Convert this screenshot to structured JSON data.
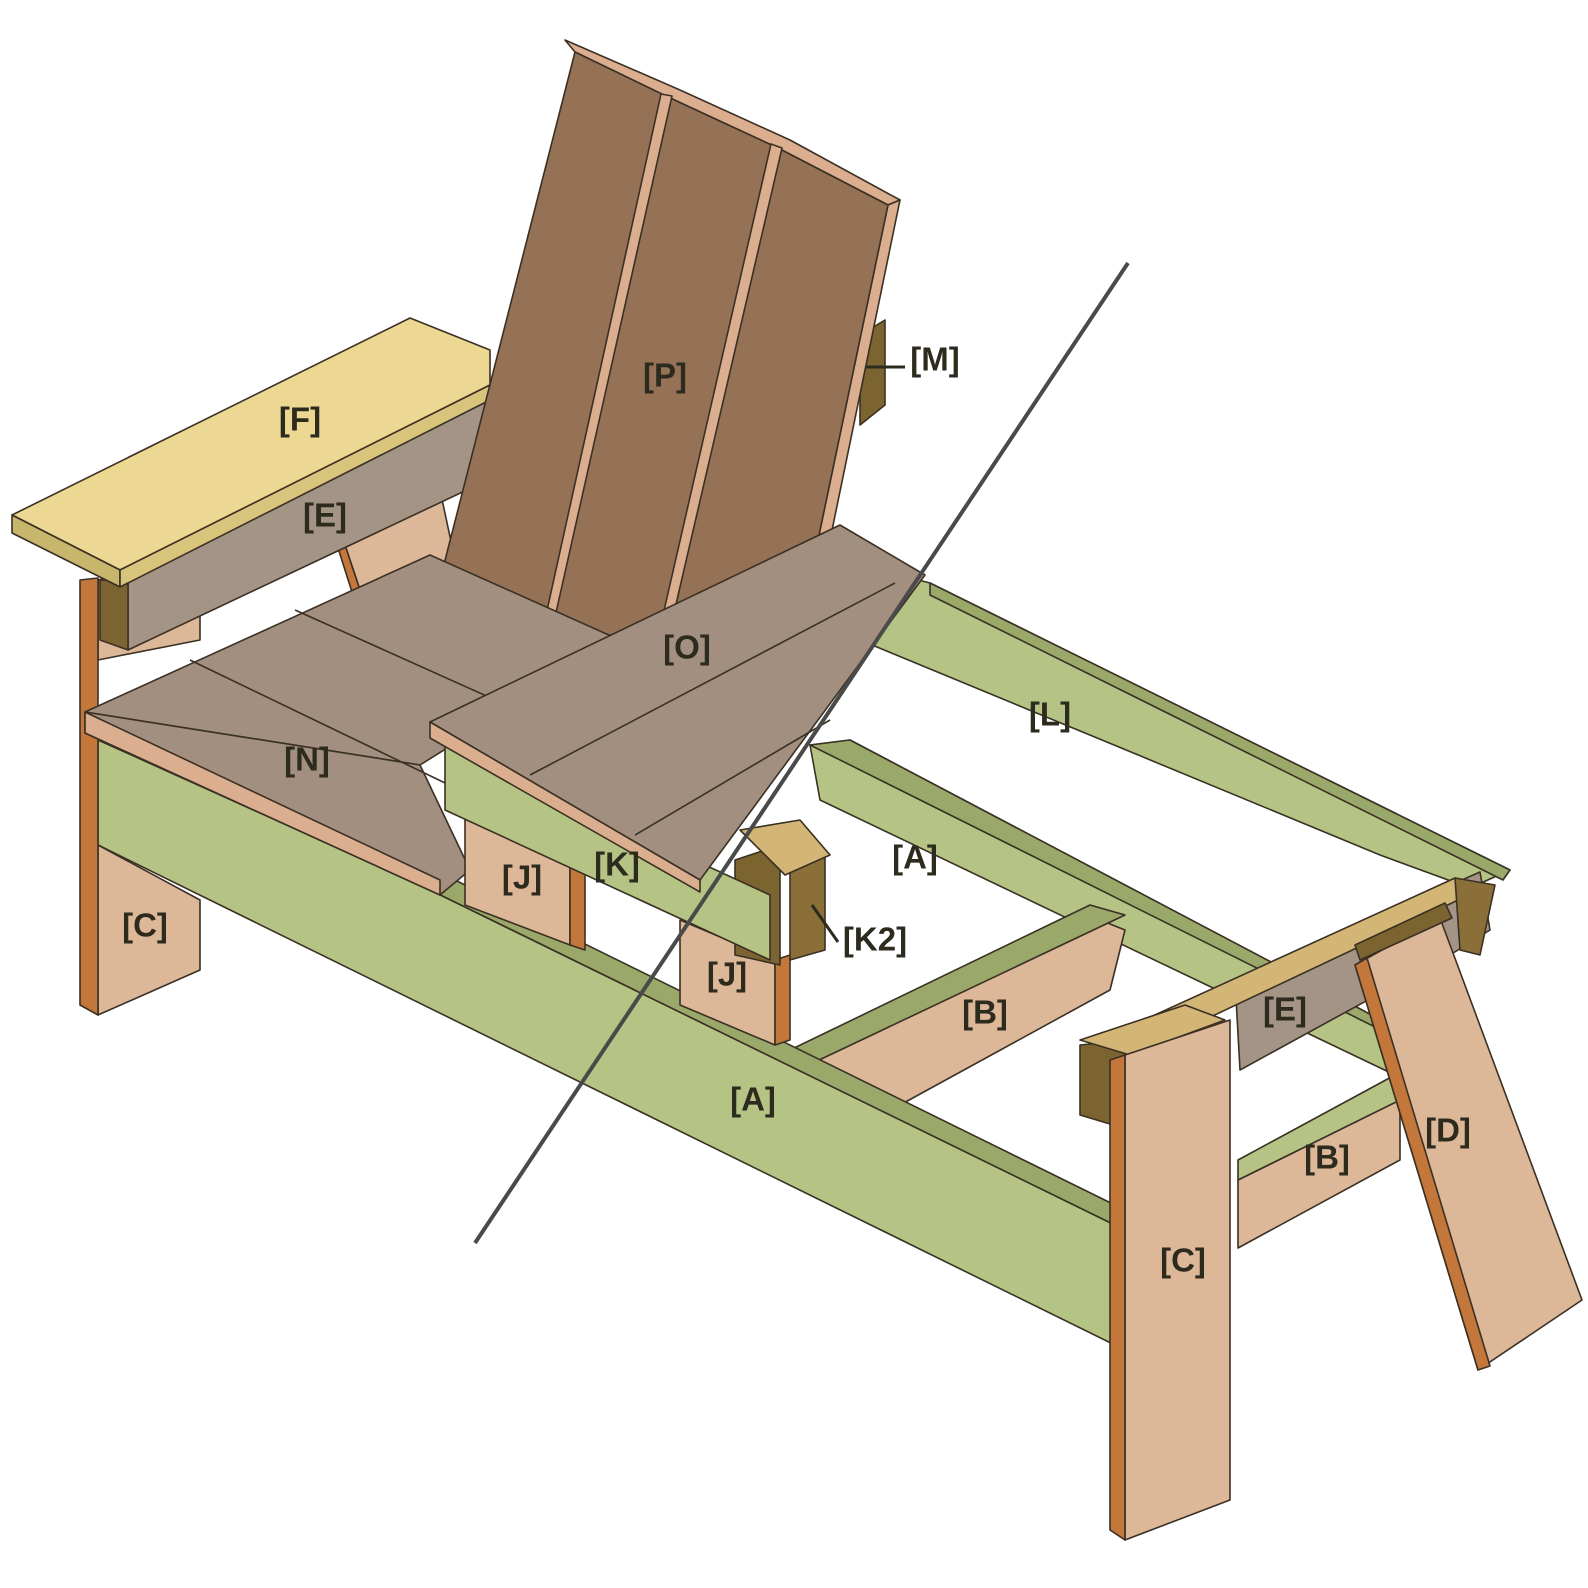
{
  "colors": {
    "frame_green": "#b5c484",
    "frame_green_edge": "#8e9d5f",
    "leg_tan": "#dcb798",
    "leg_edge": "#c4773a",
    "seat_grey": "#a28f7f",
    "back_brown": "#957256",
    "back_edge": "#dcae90",
    "arm_yellow": "#ecd893",
    "arm_edge": "#c8b66c",
    "cleat_olive": "#7c6430",
    "apron_grey": "#a49486"
  },
  "labels": {
    "P": "[P]",
    "M": "[M]",
    "F": "[F]",
    "E_left": "[E]",
    "O": "[O]",
    "L": "[L]",
    "N": "[N]",
    "C_left": "[C]",
    "J_upper": "[J]",
    "K": "[K]",
    "A_inner": "[A]",
    "J_lower": "[J]",
    "K2": "[K2]",
    "B_front": "[B]",
    "E_right": "[E]",
    "A_outer": "[A]",
    "D": "[D]",
    "B_rear": "[B]",
    "C_right": "[C]"
  }
}
